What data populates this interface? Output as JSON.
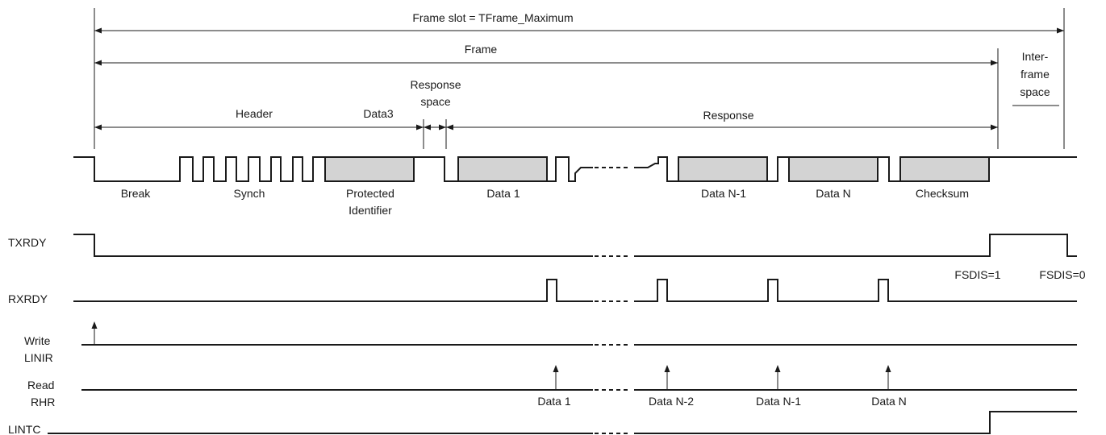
{
  "labels": {
    "frame_slot": "Frame slot = TFrame_Maximum",
    "frame": "Frame",
    "interframe_1": "Inter-",
    "interframe_2": "frame",
    "interframe_3": "space",
    "header": "Header",
    "data3": "Data3",
    "response_space_1": "Response",
    "response_space_2": "space",
    "response": "Response"
  },
  "fields": {
    "break": "Break",
    "synch": "Synch",
    "pid_1": "Protected",
    "pid_2": "Identifier",
    "data1": "Data 1",
    "data_n_minus_1": "Data N-1",
    "data_n": "Data N",
    "checksum": "Checksum"
  },
  "signals": {
    "txrdy": "TXRDY",
    "rxrdy": "RXRDY",
    "write_1": "Write",
    "write_2": "LINIR",
    "read_1": "Read",
    "read_2": "RHR",
    "lintc": "LINTC"
  },
  "notes": {
    "fsdis1": "FSDIS=1",
    "fsdis0": "FSDIS=0",
    "rd_data1": "Data 1",
    "rd_data_n2": "Data N-2",
    "rd_data_n1": "Data N-1",
    "rd_data_n": "Data N"
  }
}
